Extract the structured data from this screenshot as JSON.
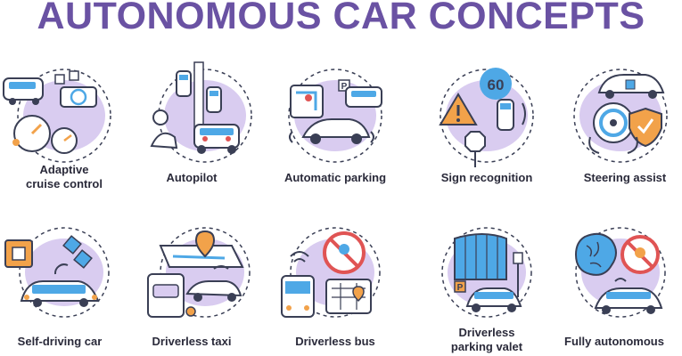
{
  "title": "AUTONOMOUS CAR CONCEPTS",
  "colors": {
    "title": "#6a52a3",
    "accent": "#b8a2e0",
    "outline": "#3a3f55",
    "blue": "#4ea8e6",
    "orange": "#f2a24a",
    "red": "#e05454"
  },
  "concepts": [
    {
      "label_line1": "Adaptive",
      "label_line2": "cruise control",
      "icon": "adaptive-cruise-control-icon",
      "sign_text": ""
    },
    {
      "label_line1": "Autopilot",
      "label_line2": "",
      "icon": "autopilot-icon",
      "sign_text": ""
    },
    {
      "label_line1": "Automatic parking",
      "label_line2": "",
      "icon": "automatic-parking-icon",
      "sign_text": "P"
    },
    {
      "label_line1": "Sign recognition",
      "label_line2": "",
      "icon": "sign-recognition-icon",
      "sign_text": "60"
    },
    {
      "label_line1": "Steering assist",
      "label_line2": "",
      "icon": "steering-assist-icon",
      "sign_text": ""
    },
    {
      "label_line1": "Self-driving car",
      "label_line2": "",
      "icon": "self-driving-car-icon",
      "sign_text": ""
    },
    {
      "label_line1": "Driverless taxi",
      "label_line2": "",
      "icon": "driverless-taxi-icon",
      "sign_text": ""
    },
    {
      "label_line1": "Driverless bus",
      "label_line2": "",
      "icon": "driverless-bus-icon",
      "sign_text": ""
    },
    {
      "label_line1": "Driverless",
      "label_line2": "parking valet",
      "icon": "driverless-parking-valet-icon",
      "sign_text": "P"
    },
    {
      "label_line1": "Fully autonomous",
      "label_line2": "",
      "icon": "fully-autonomous-icon",
      "sign_text": ""
    }
  ]
}
